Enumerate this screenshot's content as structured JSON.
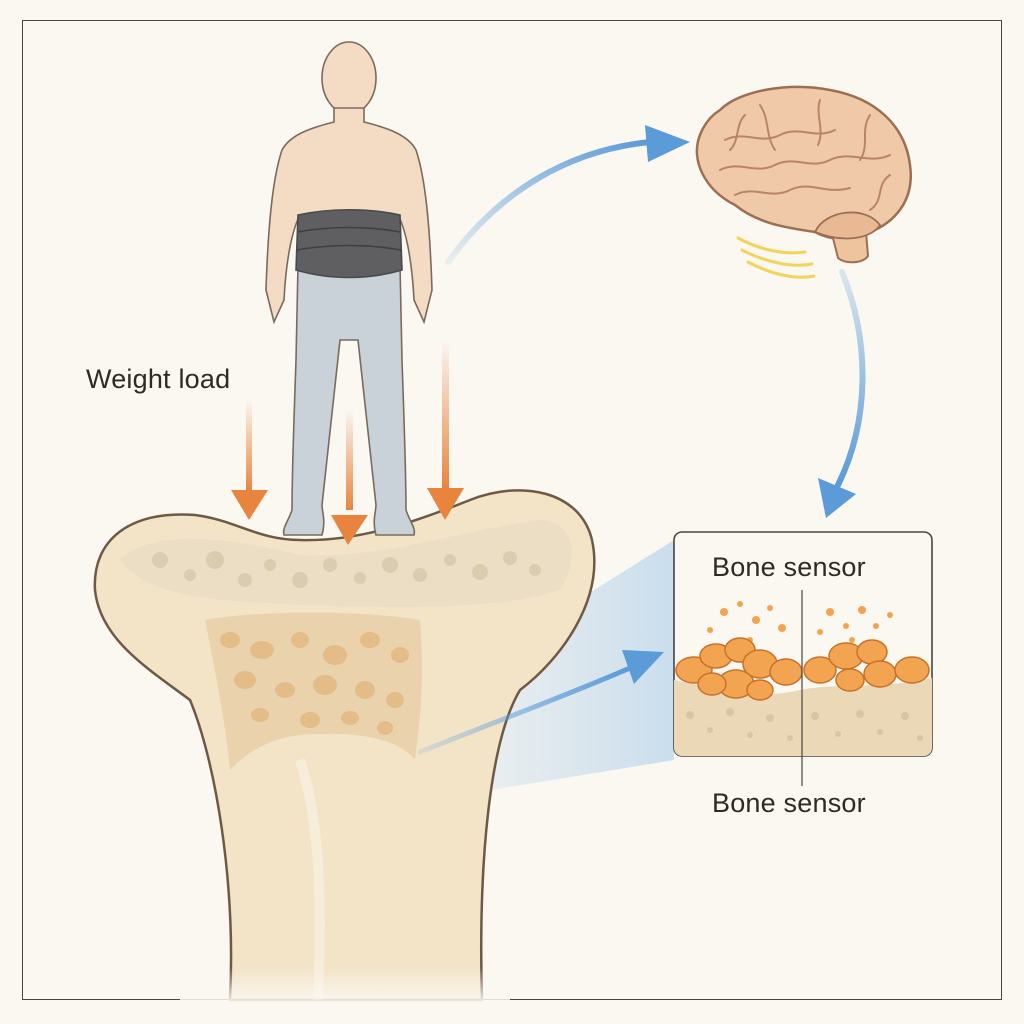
{
  "labels": {
    "weight_load": "Weight load",
    "bone_sensor_top": "Bone sensor",
    "bone_sensor_bottom": "Bone sensor"
  },
  "icons": {
    "person": "standing-person-icon",
    "brain": "brain-icon",
    "bone": "femur-bone-icon",
    "inset": "bone-cells-inset"
  },
  "colors": {
    "background": "#fbf7f1",
    "load_arrow": "#e8843e",
    "signal_arrow": "#5a9bd8",
    "bone": "#f1e2c6",
    "skin": "#f4dcc4",
    "waistband": "#5f5f61",
    "legs": "#c9d2d8",
    "brain": "#f0caa8",
    "osteocyte": "#f3a450",
    "brain_signal": "#f2d45b"
  }
}
